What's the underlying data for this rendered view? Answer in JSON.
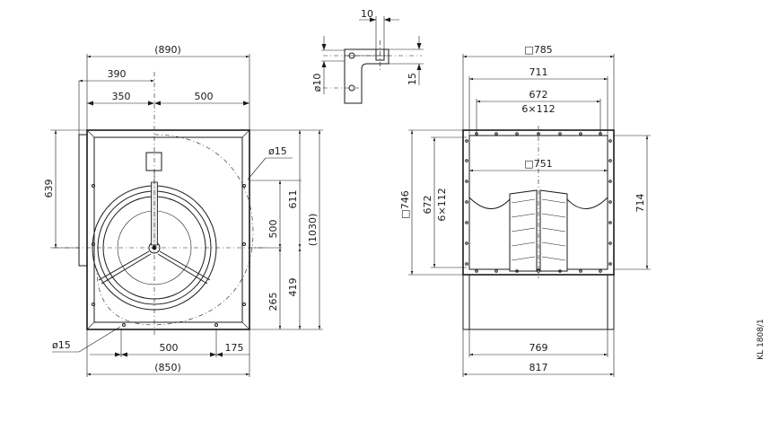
{
  "front_view": {
    "width_outer": "(890)",
    "width_390": "390",
    "width_350": "350",
    "width_500_top": "500",
    "height_639": "639",
    "hole_dia_top": "ø15",
    "height_611": "611",
    "height_500": "500",
    "height_265": "265",
    "height_419": "419",
    "height_outer": "(1030)",
    "hole_dia_bottom": "ø15",
    "width_500_bottom": "500",
    "width_175": "175",
    "width_850": "(850)"
  },
  "detail_view": {
    "width_10": "10",
    "hole_dia": "ø10",
    "height_15": "15"
  },
  "side_view": {
    "square_785": "□785",
    "width_711": "711",
    "width_672": "672",
    "pitch_6x112": "6×112",
    "square_751": "□751",
    "square_746": "□746",
    "height_672": "672",
    "pitch_6x112_v": "6×112",
    "height_714": "714",
    "width_769": "769",
    "width_817": "817"
  },
  "drawing_ref": "KL 1808/1"
}
